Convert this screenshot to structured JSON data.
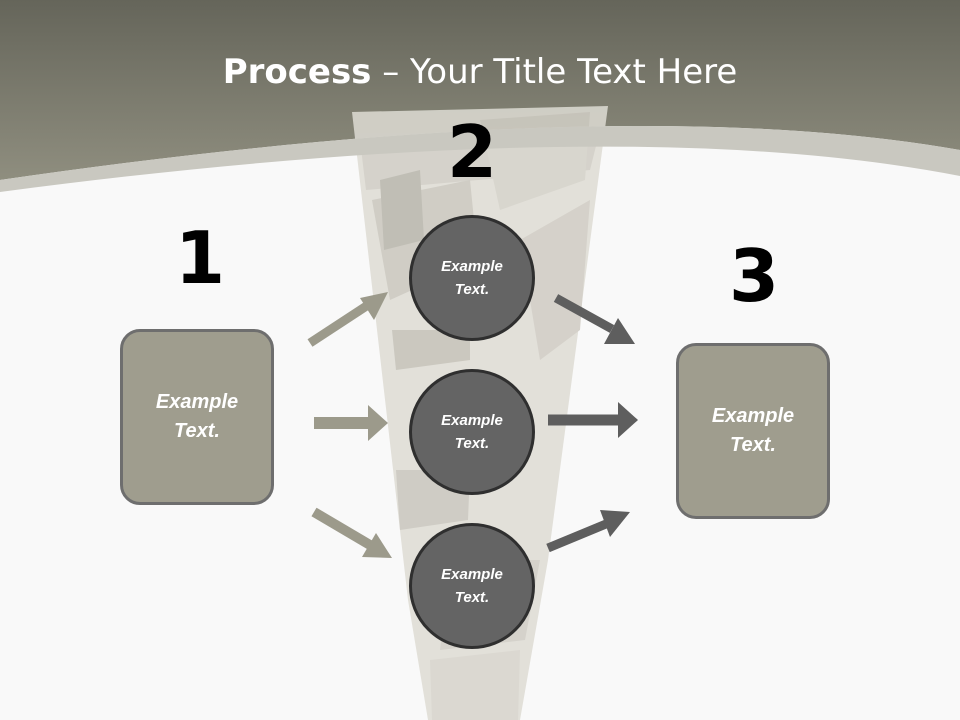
{
  "slide": {
    "title_bold": "Process",
    "title_rest": " – Your Title Text Here"
  },
  "steps": {
    "step1": {
      "number": "1",
      "label": "Example Text."
    },
    "step2": {
      "number": "2",
      "circles": [
        "Example Text.",
        "Example Text.",
        "Example Text."
      ]
    },
    "step3": {
      "number": "3",
      "label": "Example Text."
    }
  },
  "colors": {
    "header": "#8a8978",
    "box_fill": "#9f9d8e",
    "circle_fill": "#646464",
    "arrow_in": "#9c9a8b",
    "arrow_out": "#5e5e5e"
  },
  "decoration": {
    "background_image": "rolled-newspaper-cone"
  }
}
